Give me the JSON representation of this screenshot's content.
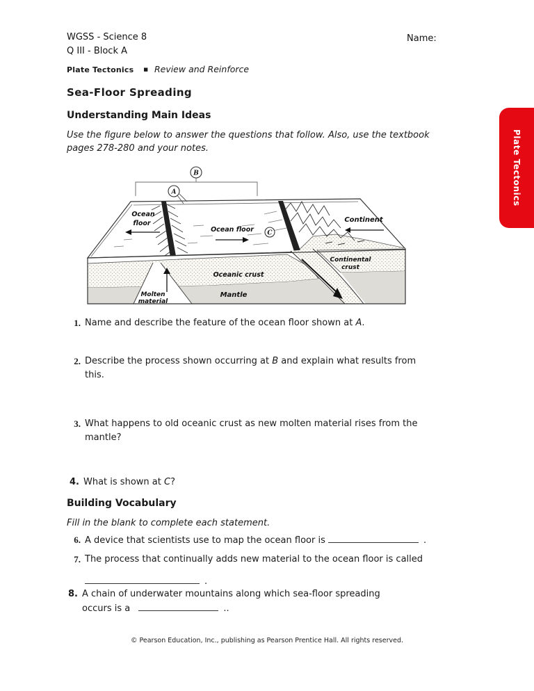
{
  "header": {
    "course": "WGSS - Science 8",
    "block": "Q III - Block A",
    "name_label": "Name:"
  },
  "strand": {
    "unit": "Plate Tectonics",
    "bullet": "■",
    "doc_type": "Review and Reinforce"
  },
  "title": "Sea-Floor Spreading",
  "main_ideas": {
    "heading": "Understanding Main Ideas",
    "instructions": "Use the figure below to answer the questions that follow. Also, use the textbook pages 278-280 and your notes."
  },
  "figure": {
    "label_a": "A",
    "label_b": "B",
    "label_c": "C",
    "ocean_left_1": "Ocean",
    "ocean_left_2": "floor",
    "ocean_mid": "Ocean floor",
    "continent": "Continent",
    "continental_1": "Continental",
    "continental_2": "crust",
    "oceanic_crust": "Oceanic crust",
    "mantle": "Mantle",
    "molten_1": "Molten",
    "molten_2": "material"
  },
  "questions": [
    {
      "num": "1.",
      "pre": "Name and describe the feature of the ocean floor shown at ",
      "ref": "A",
      "post": "."
    },
    {
      "num": "2.",
      "pre": "Describe the process shown occurring at ",
      "ref": "B",
      "post": " and explain what results from this."
    },
    {
      "num": "3.",
      "pre": "What happens to old oceanic crust as new molten material rises from the mantle?",
      "ref": "",
      "post": ""
    },
    {
      "num": "4.",
      "pre": "What is shown at ",
      "ref": "C",
      "post": "?"
    }
  ],
  "vocabulary": {
    "heading": "Building Vocabulary",
    "instructions": "Fill in the blank to complete each statement.",
    "items": [
      {
        "num": "6.",
        "pre": "A device that scientists use to map the ocean floor is",
        "post": "."
      },
      {
        "num": "7.",
        "pre": "The process that continually adds new material to the ocean floor is called",
        "post": "."
      },
      {
        "num": "8.",
        "pre": "A chain of underwater mountains along which sea-floor spreading occurs is a",
        "post": ".."
      }
    ]
  },
  "tab": {
    "label": "Plate Tectonics",
    "color": "#e50914"
  },
  "footer": "© Pearson Education, Inc., publishing as Pearson Prentice Hall. All rights reserved."
}
